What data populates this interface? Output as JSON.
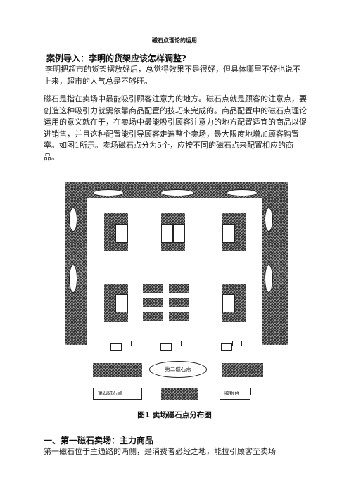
{
  "doc": {
    "small_title": "磁石点理论的运用",
    "heading": "案例导入：李明的货架应该怎样调整?",
    "para1": "李明把超市的货架摆放好后，总觉得效果不是很好，但具体哪里不好也说不上来，超市的人气总是不够旺。",
    "para2": "磁石是指在卖场中最能吸引顾客注意力的地方。磁石点就是顾客的注意点，要创造这种吸引力就需依靠商品配置的技巧来完成的。商品配置中的磁石点理论运用的意义就在于，在卖场中最能吸引顾客注意力的地方配置适宜的商品以促进销售，并且这种配置能引导顾客走遍整个卖场，最大限度地增加顾客购置率。如图1所示。卖场磁石点分为5个，应按不同的磁石点来配置相应的商品。",
    "figure_caption": "图1  卖场磁石点分布图",
    "section1_heading": "一、第一磁石卖场：主力商品",
    "section1_para": "第一磁石位于主通路的两侧，是消费者必经之地，能拉引顾客至卖场"
  },
  "diagram": {
    "second_magnet": "第二磁石点",
    "fourth_magnet": "第四磁石点",
    "checkout": "收银台"
  }
}
